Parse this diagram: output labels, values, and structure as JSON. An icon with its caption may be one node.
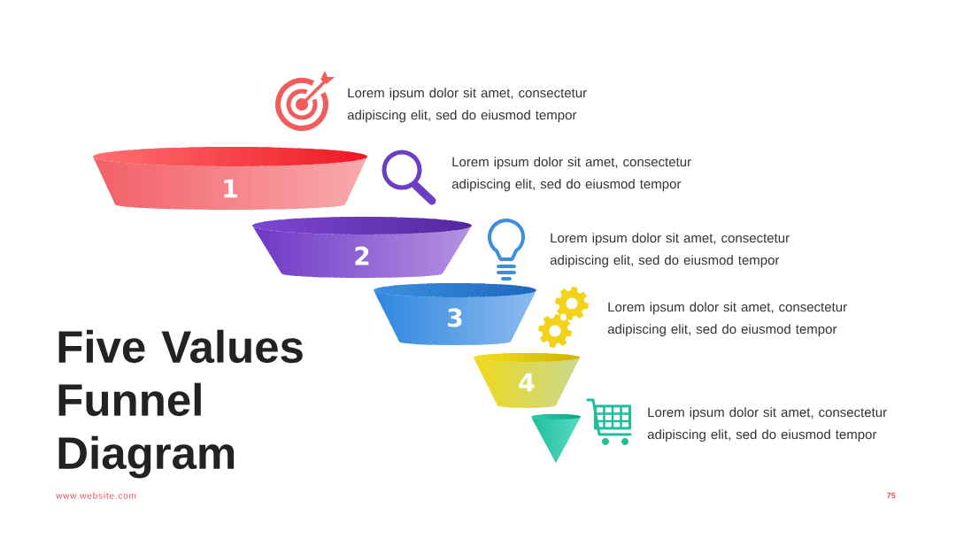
{
  "diagram": {
    "title": "Five Values Funnel Diagram",
    "nodes": [
      {
        "text": [
          "1"
        ]
      },
      {
        "text": [
          "2"
        ]
      },
      {
        "text": [
          "3"
        ]
      },
      {
        "text": [
          "4"
        ]
      },
      {
        "text": [],
        "shape": "cone"
      }
    ],
    "labels": [
      "Lorem ipsum dolor sit amet, consectetur adipiscing elit, sed do eiusmod tempor",
      "Lorem ipsum dolor sit amet, consectetur adipiscing elit, sed do eiusmod tempor",
      "Lorem ipsum dolor sit amet, consectetur adipiscing elit, sed do eiusmod tempor",
      "Lorem ipsum dolor sit amet, consectetur adipiscing elit, sed do eiusmod tempor",
      "Lorem ipsum dolor sit amet, consectetur adipiscing elit, sed do eiusmod tempor",
      "www.website.com",
      "75"
    ]
  }
}
